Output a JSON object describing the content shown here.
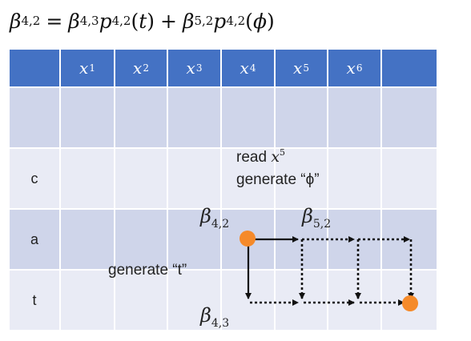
{
  "formula": {
    "lhs_symbol": "β",
    "lhs_sub": "4,2",
    "eq": "=",
    "t1_symbol": "β",
    "t1_sub": "4,3",
    "t1_p": "p",
    "t1_psub": "4,2",
    "t1_arg": "t",
    "plus": "+",
    "t2_symbol": "β",
    "t2_sub": "5,2",
    "t2_p": "p",
    "t2_psub": "4,2",
    "t2_arg": "ϕ"
  },
  "table": {
    "x_symbol": "x",
    "header_exponents": [
      "1",
      "2",
      "3",
      "4",
      "5",
      "6"
    ],
    "row_labels": [
      "",
      "c",
      "a",
      "t"
    ]
  },
  "annotations": {
    "read_prefix": "read ",
    "read_symbol": "x",
    "read_exp": "5",
    "generate_phi": "generate “ϕ”",
    "generate_t": "generate “t”",
    "beta_symbol": "β",
    "node_4_2": "4,2",
    "node_5_2": "5,2",
    "node_4_3": "4,3"
  },
  "colors": {
    "header": "#4472c4",
    "row_dark": "#cfd5ea",
    "row_light": "#e9ebf5",
    "node": "#f58a2a"
  }
}
